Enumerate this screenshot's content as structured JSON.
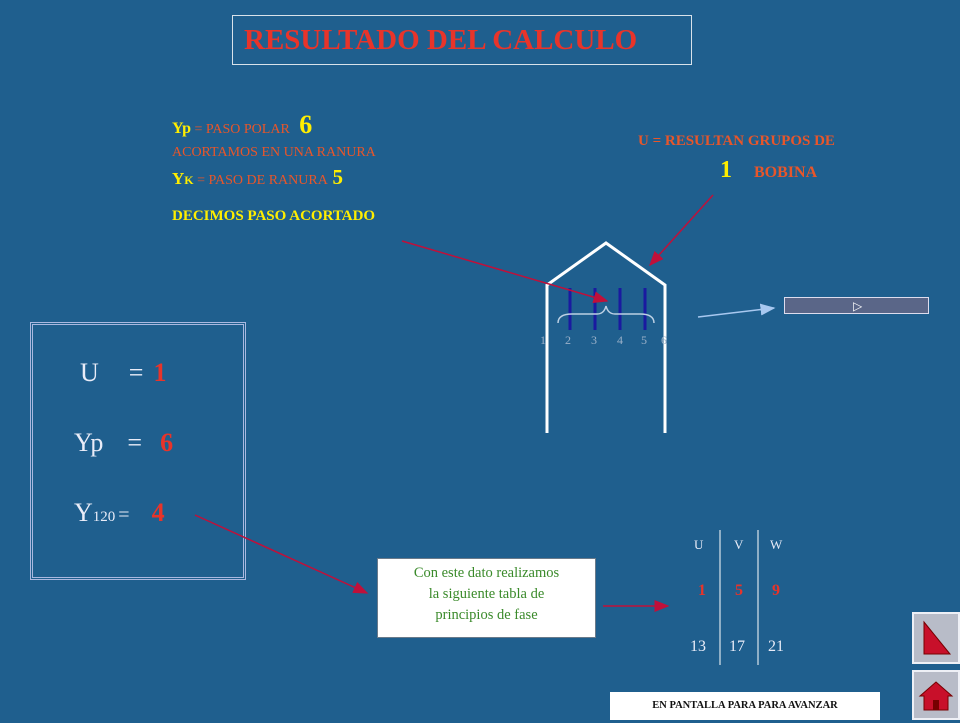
{
  "title": "RESULTADO DEL CALCULO",
  "yp_info": {
    "yp_label": "Yp",
    "yp_eq": " = PASO POLAR ",
    "yp_value": "6",
    "acortamos": "ACORTAMOS EN UNA RANURA",
    "yk_y": "Y",
    "yk_k": "K",
    "yk_eq": " = PASO DE RANURA ",
    "yk_value": "5",
    "decimos": "DECIMOS PASO ACORTADO"
  },
  "groups": {
    "line1": "U = RESULTAN GRUPOS DE",
    "count": "1",
    "unit": "BOBINA"
  },
  "summary": {
    "u_label": "U",
    "u_eq": "=",
    "u_value": "1",
    "yp_label": "Yp",
    "yp_eq": "=",
    "yp_value": "6",
    "y120_y": "Y",
    "y120_sub": "120",
    "y120_eq": "=",
    "y120_value": "4"
  },
  "slot_numbers": [
    "1",
    "2",
    "3",
    "4",
    "5",
    "6"
  ],
  "note": {
    "line1": "Con este dato realizamos",
    "line2": "la siguiente tabla de",
    "line3": "principios de fase"
  },
  "phase_table": {
    "headers": [
      "U",
      "V",
      "W"
    ],
    "row1": [
      "1",
      "5",
      "9"
    ],
    "row2": [
      "13",
      "17",
      "21"
    ]
  },
  "footer": "EN PANTALLA PARA PARA AVANZAR",
  "colors": {
    "background": "#1f5f8e",
    "title": "#e8342a",
    "yellow": "#ffee00",
    "orange": "#e8562a",
    "arrow": "#c0103a",
    "coil": "#1a1aa0"
  }
}
